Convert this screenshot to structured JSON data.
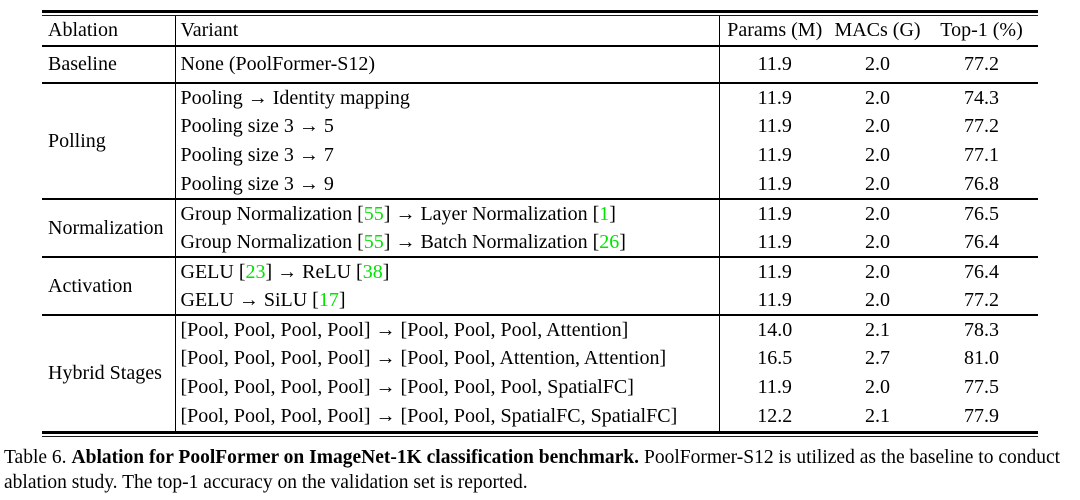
{
  "accent_colors": {
    "citation_green": "#00e400",
    "rule_black": "#000000"
  },
  "table": {
    "headers": [
      "Ablation",
      "Variant",
      "Params (M)",
      "MACs (G)",
      "Top-1 (%)"
    ],
    "groups": [
      {
        "ablation": "Baseline",
        "rows": [
          {
            "variant": [
              {
                "t": "None (PoolFormer-S12)"
              }
            ],
            "params": "11.9",
            "macs": "2.0",
            "top1": "77.2"
          }
        ]
      },
      {
        "ablation": "Polling",
        "rows": [
          {
            "variant": [
              {
                "t": "Pooling → Identity mapping"
              }
            ],
            "params": "11.9",
            "macs": "2.0",
            "top1": "74.3"
          },
          {
            "variant": [
              {
                "t": "Pooling size 3 → 5"
              }
            ],
            "params": "11.9",
            "macs": "2.0",
            "top1": "77.2"
          },
          {
            "variant": [
              {
                "t": "Pooling size 3 → 7"
              }
            ],
            "params": "11.9",
            "macs": "2.0",
            "top1": "77.1"
          },
          {
            "variant": [
              {
                "t": "Pooling size 3 → 9"
              }
            ],
            "params": "11.9",
            "macs": "2.0",
            "top1": "76.8"
          }
        ]
      },
      {
        "ablation": "Normalization",
        "rows": [
          {
            "variant": [
              {
                "t": "Group Normalization ["
              },
              {
                "t": "55",
                "c": 1
              },
              {
                "t": "] → Layer Normalization ["
              },
              {
                "t": "1",
                "c": 1
              },
              {
                "t": "]"
              }
            ],
            "params": "11.9",
            "macs": "2.0",
            "top1": "76.5"
          },
          {
            "variant": [
              {
                "t": "Group Normalization ["
              },
              {
                "t": "55",
                "c": 1
              },
              {
                "t": "] → Batch Normalization ["
              },
              {
                "t": "26",
                "c": 1
              },
              {
                "t": "]"
              }
            ],
            "params": "11.9",
            "macs": "2.0",
            "top1": "76.4"
          }
        ]
      },
      {
        "ablation": "Activation",
        "rows": [
          {
            "variant": [
              {
                "t": "GELU ["
              },
              {
                "t": "23",
                "c": 1
              },
              {
                "t": "] → ReLU ["
              },
              {
                "t": "38",
                "c": 1
              },
              {
                "t": "]"
              }
            ],
            "params": "11.9",
            "macs": "2.0",
            "top1": "76.4"
          },
          {
            "variant": [
              {
                "t": "GELU → SiLU ["
              },
              {
                "t": "17",
                "c": 1
              },
              {
                "t": "]"
              }
            ],
            "params": "11.9",
            "macs": "2.0",
            "top1": "77.2"
          }
        ]
      },
      {
        "ablation": "Hybrid Stages",
        "rows": [
          {
            "variant": [
              {
                "t": "[Pool, Pool, Pool, Pool] → [Pool, Pool, Pool, Attention]"
              }
            ],
            "params": "14.0",
            "macs": "2.1",
            "top1": "78.3"
          },
          {
            "variant": [
              {
                "t": "[Pool, Pool, Pool, Pool] → [Pool, Pool, Attention, Attention]"
              }
            ],
            "params": "16.5",
            "macs": "2.7",
            "top1": "81.0"
          },
          {
            "variant": [
              {
                "t": "[Pool, Pool, Pool, Pool] → [Pool, Pool, Pool, SpatialFC]"
              }
            ],
            "params": "11.9",
            "macs": "2.0",
            "top1": "77.5"
          },
          {
            "variant": [
              {
                "t": "[Pool, Pool, Pool, Pool] → [Pool, Pool, SpatialFC, SpatialFC]"
              }
            ],
            "params": "12.2",
            "macs": "2.1",
            "top1": "77.9"
          }
        ]
      }
    ]
  },
  "caption": {
    "label": "Table 6.",
    "bold": "Ablation for PoolFormer on ImageNet-1K classification benchmark.",
    "text": "PoolFormer-S12 is utilized as the baseline to conduct ablation study. The top-1 accuracy on the validation set is reported."
  }
}
